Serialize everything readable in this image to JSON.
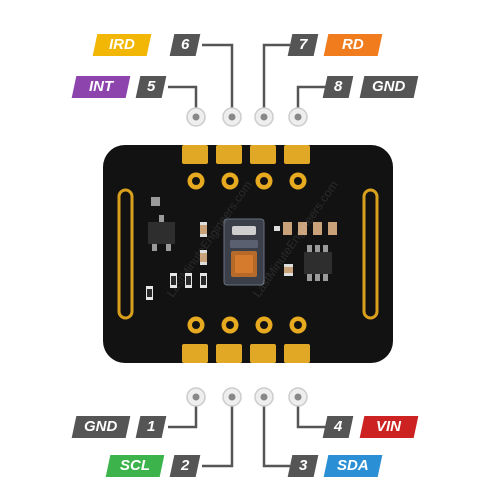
{
  "pins_top": [
    {
      "number": "6",
      "label": "IRD",
      "color": "#f2b705"
    },
    {
      "number": "5",
      "label": "INT",
      "color": "#8e44ad"
    },
    {
      "number": "7",
      "label": "RD",
      "color": "#f07c1e"
    },
    {
      "number": "8",
      "label": "GND",
      "color": "#555555"
    }
  ],
  "pins_bottom": [
    {
      "number": "1",
      "label": "GND",
      "color": "#555555"
    },
    {
      "number": "2",
      "label": "SCL",
      "color": "#3cb44b"
    },
    {
      "number": "4",
      "label": "VIN",
      "color": "#cc2222"
    },
    {
      "number": "3",
      "label": "SDA",
      "color": "#2a8fd4"
    }
  ],
  "watermark": "LastMinuteEngineers.com"
}
